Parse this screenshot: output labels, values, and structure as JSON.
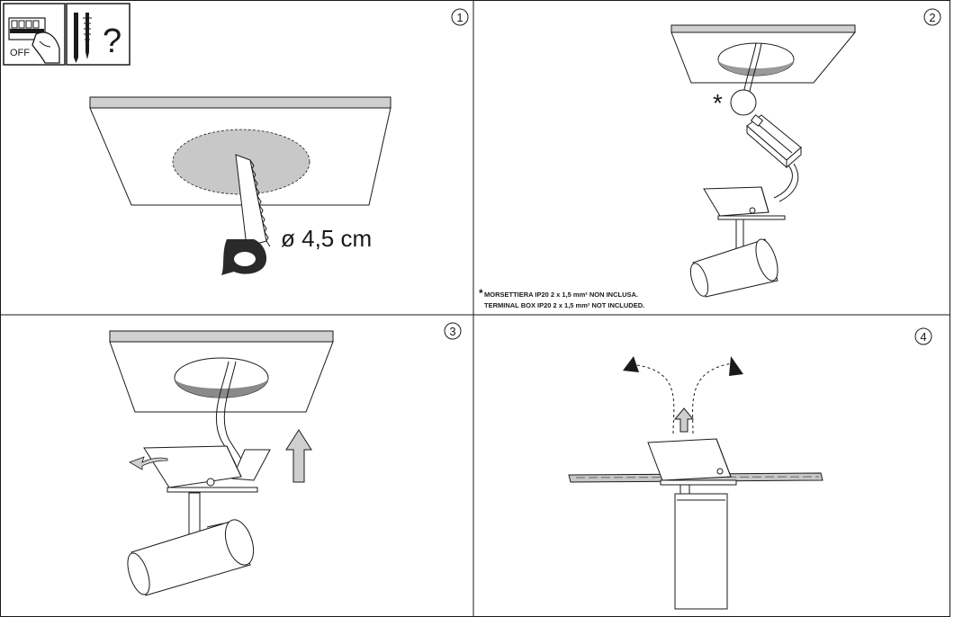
{
  "panels": [
    {
      "number": "1",
      "warning_icons": {
        "power": {
          "icon": "power-off-breaker-icon",
          "label": "OFF"
        },
        "tools": {
          "icon": "drill-screw-question-icon",
          "symbol": "?"
        }
      },
      "hole_diameter": "ø 4,5 cm"
    },
    {
      "number": "2",
      "note_marker": "*",
      "note_it": "MORSETTIERA IP20 2 x 1,5 mm² NON INCLUSA.",
      "note_en": "TERMINAL BOX IP20 2 x 1,5 mm² NOT INCLUDED."
    },
    {
      "number": "3"
    },
    {
      "number": "4"
    }
  ],
  "colors": {
    "line": "#1a1a1a",
    "hole_fill": "#c8c8c8",
    "panel_edge": "#d0d0d0",
    "arrow_fill": "#cfcfcf",
    "handle": "#2a2a2a"
  }
}
